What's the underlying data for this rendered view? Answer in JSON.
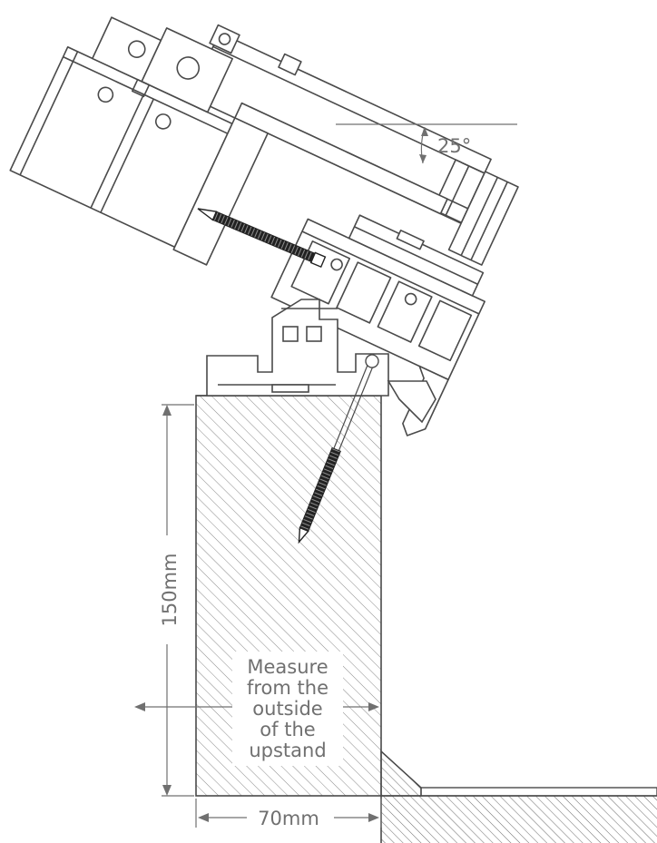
{
  "labels": {
    "angle": "25°",
    "height": "150mm",
    "width": "70mm",
    "note_lines": [
      "Measure",
      "from the",
      "outside",
      "of the",
      "upstand"
    ]
  },
  "colors": {
    "line": "#4a4a4a",
    "dimension": "#707070",
    "hatch": "#8a8a8a",
    "background": "#ffffff"
  }
}
